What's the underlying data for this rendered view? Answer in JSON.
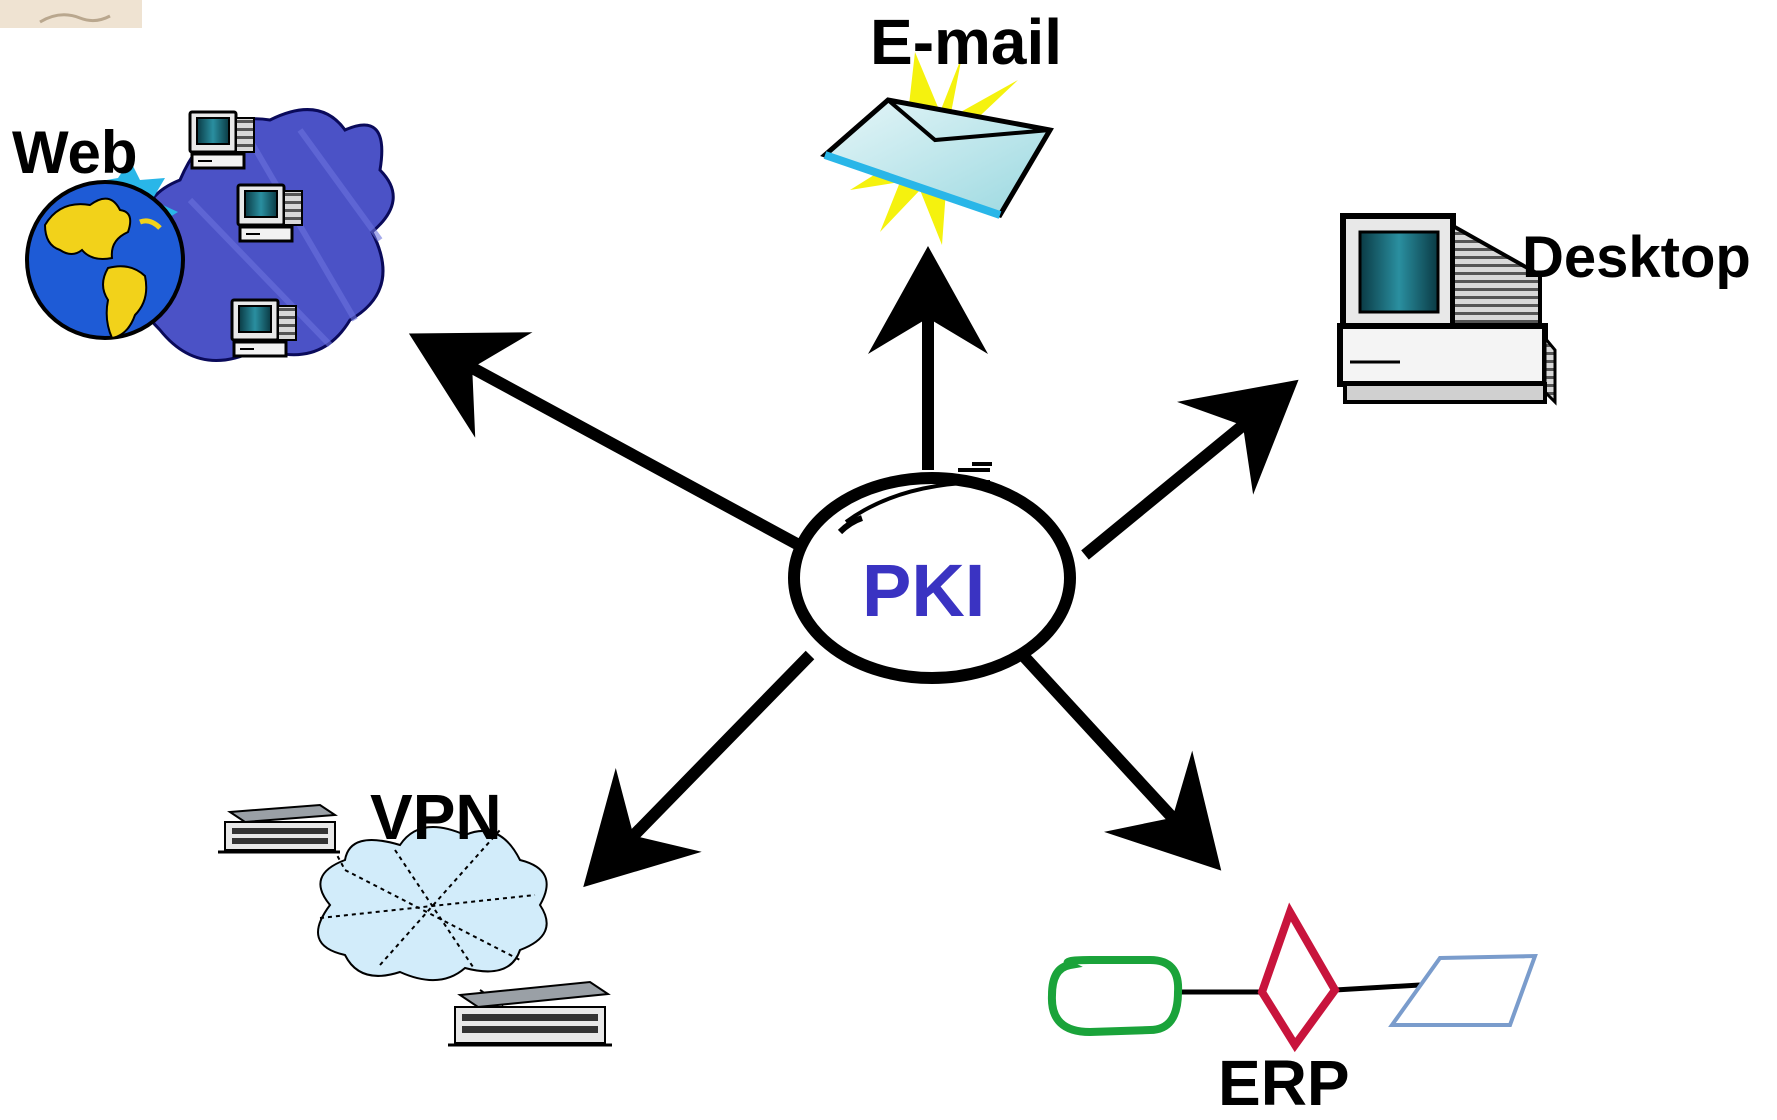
{
  "diagram": {
    "center": {
      "label": "PKI",
      "color": "#3a33c2"
    },
    "nodes": [
      {
        "id": "web",
        "label": "Web",
        "icon": "globe-network-icon"
      },
      {
        "id": "email",
        "label": "E-mail",
        "icon": "envelope-icon"
      },
      {
        "id": "desktop",
        "label": "Desktop",
        "icon": "desktop-computer-icon"
      },
      {
        "id": "vpn",
        "label": "VPN",
        "icon": "cloud-vpn-icon"
      },
      {
        "id": "erp",
        "label": "ERP",
        "icon": "flowchart-icon"
      }
    ],
    "colors": {
      "arrow": "#000000",
      "globe_ocean": "#1e5bd6",
      "globe_land": "#f2d21a",
      "network_cloud": "#4b52c6",
      "envelope_flash": "#f5f20e",
      "vpn_cloud": "#d2ecfa",
      "erp_terminal": "#1aa33a",
      "erp_decision": "#c8143c",
      "erp_data": "#7a9ccc"
    }
  }
}
